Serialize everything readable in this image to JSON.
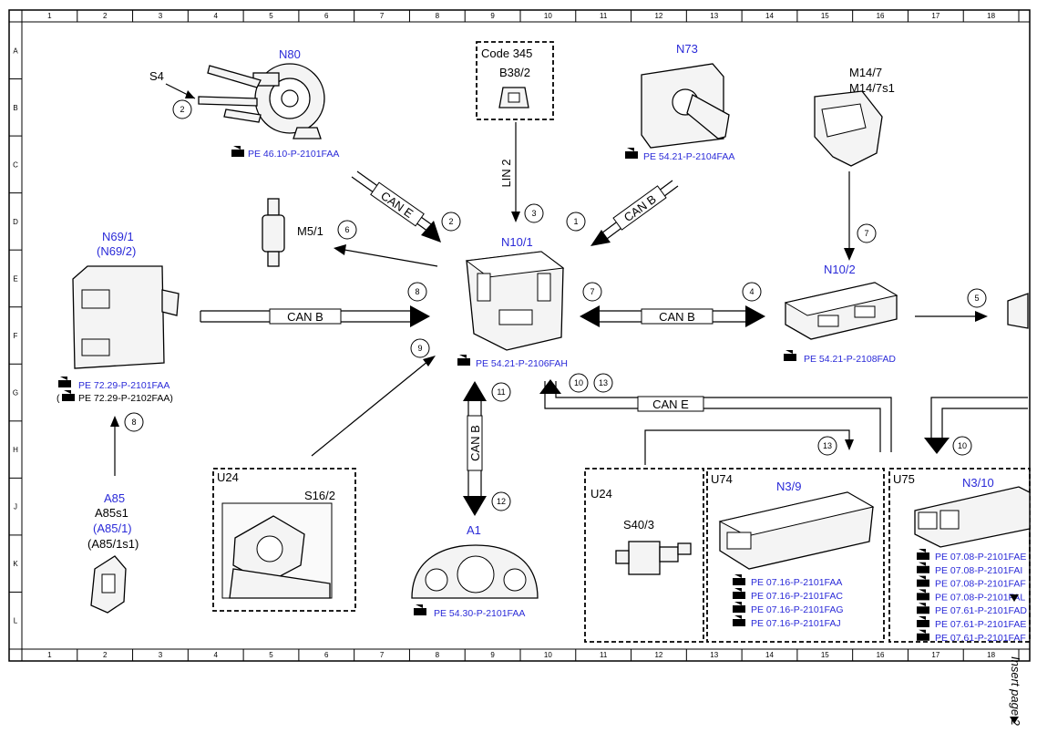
{
  "grid": {
    "columns": [
      "1",
      "2",
      "3",
      "4",
      "5",
      "6",
      "7",
      "8",
      "9",
      "10",
      "11",
      "12",
      "13",
      "14",
      "15",
      "16",
      "17",
      "18"
    ],
    "rows": [
      "A",
      "B",
      "C",
      "D",
      "E",
      "F",
      "G",
      "H",
      "J",
      "K",
      "L"
    ]
  },
  "components": {
    "n80": {
      "label": "N80",
      "ref": "PE 46.10-P-2101FAA",
      "sub": "S4",
      "sub_num": "2"
    },
    "code": {
      "box_label": "Code 345",
      "label": "B38/2",
      "lin": "LIN 2",
      "num": "3"
    },
    "n73": {
      "label": "N73",
      "ref": "PE 54.21-P-2104FAA"
    },
    "m14": {
      "label1": "M14/7",
      "label2": "M14/7s1",
      "num": "7"
    },
    "m5": {
      "label": "M5/1",
      "num": "6"
    },
    "n69": {
      "label1": "N69/1",
      "label2": "(N69/2)",
      "ref1": "PE 72.29-P-2101FAA",
      "ref2_prefix": "(",
      "ref2": "PE 72.29-P-2102FAA)",
      "num": "8"
    },
    "n10_1": {
      "label": "N10/1",
      "ref": "PE 54.21-P-2106FAH",
      "num_left": "8",
      "num_diag": "9",
      "num_right": "7",
      "num_up": "11",
      "num_down": "12",
      "num_a": "10",
      "num_b": "13"
    },
    "n10_2": {
      "label": "N10/2",
      "ref": "PE 54.21-P-2108FAD",
      "num_left": "4",
      "num_right": "5"
    },
    "a85": {
      "label": "A85",
      "l2": "A85s1",
      "l3": "(A85/1)",
      "l4": "(A85/1s1)"
    },
    "u24_left": {
      "box": "U24",
      "label": "S16/2"
    },
    "a1": {
      "label": "A1",
      "ref": "PE 54.30-P-2101FAA"
    },
    "u24_right": {
      "box": "U24",
      "label": "S40/3"
    },
    "u74": {
      "box": "U74",
      "label": "N3/9",
      "num": "13",
      "refs": [
        "PE 07.16-P-2101FAA",
        "PE 07.16-P-2101FAC",
        "PE 07.16-P-2101FAG",
        "PE 07.16-P-2101FAJ"
      ]
    },
    "u75": {
      "box": "U75",
      "label": "N3/10",
      "num": "10",
      "refs": [
        "PE 07.08-P-2101FAE",
        "PE 07.08-P-2101FAI",
        "PE 07.08-P-2101FAF",
        "PE 07.08-P-2101FAL",
        "PE 07.61-P-2101FAD",
        "PE 07.61-P-2101FAE",
        "PE 07.61-P-2101FAF"
      ]
    }
  },
  "buses": {
    "can_e_top": "CAN E",
    "can_b_top": "CAN B",
    "can_b_left": "CAN B",
    "can_b_right": "CAN B",
    "can_b_vert": "CAN B",
    "can_e_bottom": "CAN E",
    "num_e_top": "2",
    "num_b_top": "1"
  },
  "side_note": "Insert page 2 here",
  "colors": {
    "link_blue": "#2a2ad8",
    "line": "#000000"
  }
}
